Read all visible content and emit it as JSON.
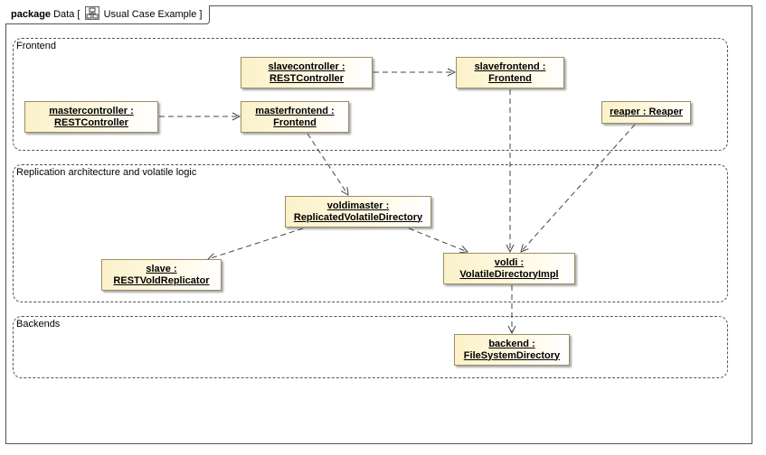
{
  "diagram": {
    "keyword": "package",
    "name": "Data",
    "diagram_title": "Usual Case Example",
    "diagram_icon": "class-diagram-icon"
  },
  "regions": {
    "frontend": "Frontend",
    "replication": "Replication architecture and volatile logic",
    "backends": "Backends"
  },
  "nodes": {
    "slavecontroller": {
      "name": "slavecontroller :",
      "type": "RESTController"
    },
    "slavefrontend": {
      "name": "slavefrontend :",
      "type": "Frontend"
    },
    "mastercontroller": {
      "name": "mastercontroller :",
      "type": "RESTController"
    },
    "masterfrontend": {
      "name": "masterfrontend :",
      "type": "Frontend"
    },
    "reaper": {
      "name": "reaper : Reaper",
      "type": ""
    },
    "voldimaster": {
      "name": "voldimaster :",
      "type": "ReplicatedVolatileDirectory"
    },
    "slave": {
      "name": "slave :",
      "type": "RESTVoldReplicator"
    },
    "voldi": {
      "name": "voldi :",
      "type": "VolatileDirectoryImpl"
    },
    "backend": {
      "name": "backend :",
      "type": "FileSystemDirectory"
    }
  },
  "edges": [
    {
      "from": "slavecontroller",
      "to": "slavefrontend"
    },
    {
      "from": "mastercontroller",
      "to": "masterfrontend"
    },
    {
      "from": "masterfrontend",
      "to": "voldimaster"
    },
    {
      "from": "slavefrontend",
      "to": "voldi"
    },
    {
      "from": "reaper",
      "to": "voldi"
    },
    {
      "from": "voldimaster",
      "to": "slave"
    },
    {
      "from": "voldimaster",
      "to": "voldi"
    },
    {
      "from": "voldi",
      "to": "backend"
    }
  ],
  "colors": {
    "box_fill": "#fbf1c9",
    "box_border": "#9a8f66",
    "line": "#444444"
  }
}
